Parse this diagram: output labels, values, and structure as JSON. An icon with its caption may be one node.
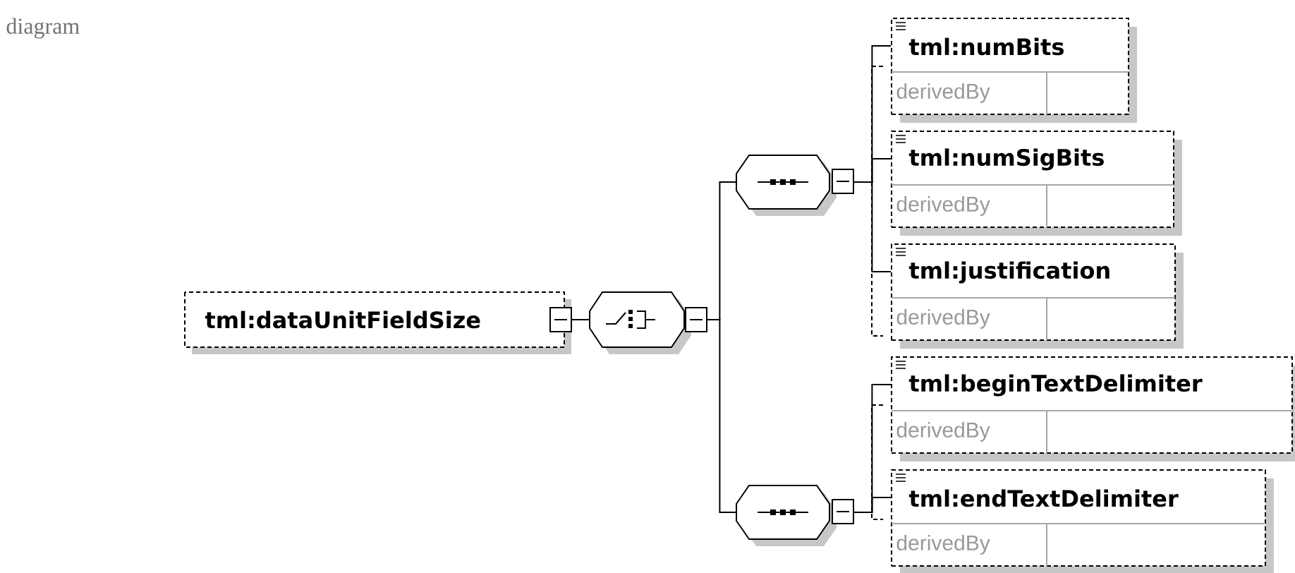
{
  "diagram": {
    "nodes": [
      {
        "text": [
          "tml:dataUnitFieldSize"
        ]
      },
      {
        "text": [],
        "shape": "octagon"
      },
      {
        "text": [],
        "shape": "octagon"
      },
      {
        "text": [],
        "shape": "octagon"
      },
      {
        "text": [
          "tml:numBits",
          "derivedBy"
        ]
      },
      {
        "text": [
          "tml:numSigBits",
          "derivedBy"
        ]
      },
      {
        "text": [
          "tml:justification",
          "derivedBy"
        ]
      },
      {
        "text": [
          "tml:beginTextDelimiter",
          "derivedBy"
        ]
      },
      {
        "text": [
          "tml:endTextDelimiter",
          "derivedBy"
        ]
      }
    ],
    "edges": [
      {
        "from": 0,
        "to": 1,
        "arrow": "none"
      },
      {
        "from": 1,
        "to": 2,
        "arrow": "none"
      },
      {
        "from": 1,
        "to": 3,
        "arrow": "none"
      },
      {
        "from": 2,
        "to": 4,
        "arrow": "none"
      },
      {
        "from": 2,
        "to": 5,
        "arrow": "none"
      },
      {
        "from": 2,
        "to": 6,
        "arrow": "none"
      },
      {
        "from": 3,
        "to": 7,
        "arrow": "none"
      },
      {
        "from": 3,
        "to": 8,
        "arrow": "none"
      }
    ],
    "labels": [
      "diagram"
    ]
  }
}
